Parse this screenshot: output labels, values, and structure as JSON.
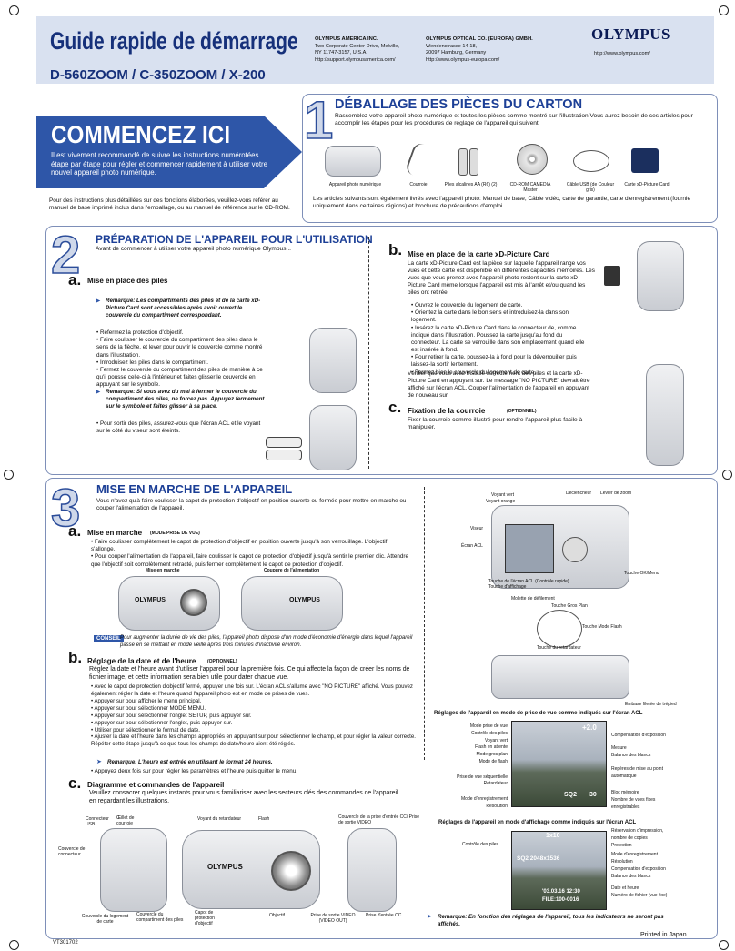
{
  "header": {
    "title": "Guide rapide de démarrage",
    "models": "D-560ZOOM / C-350ZOOM / X-200",
    "america": {
      "name": "OLYMPUS AMERICA INC.",
      "line1": "Two Corporate Center Drive, Melville,",
      "line2": "NY 11747-3157, U.S.A.",
      "url": "http://support.olympusamerica.com/"
    },
    "europa": {
      "name": "OLYMPUS OPTICAL CO. (EUROPA) GMBH.",
      "line1": "Wendenstrasse 14-18,",
      "line2": "20097 Hamburg, Germany",
      "url": "http://www.olympus-europa.com/"
    },
    "logo": "OLYMPUS",
    "url": "http://www.olympus.com/"
  },
  "start": {
    "title": "COMMENCEZ ICI",
    "subtitle": "Il est vivement recommandé de suivre les instructions numérotées étape par étape pour régler et commencer rapidement à utiliser votre nouvel appareil photo numérique.",
    "note": "Pour des instructions plus détaillées sur des fonctions élaborées, veuillez-vous référer au manuel de base imprimé inclus dans l'emballage, ou au manuel de référence sur le CD-ROM."
  },
  "section1": {
    "num": "1",
    "title": "DÉBALLAGE DES PIÈCES DU CARTON",
    "intro": "Rassemblez votre appareil photo numérique et toutes les pièces comme montré sur l'illustration.Vous aurez besoin de ces articles pour accomplir les étapes pour les procédures de réglage de l'appareil qui suivent.",
    "items": [
      "Appareil photo numérique",
      "Courroie",
      "Piles alcalines AA (R6) (2)",
      "CD-ROM CAMEDIA Master",
      "Câble USB (de Couleur gris)",
      "Carte xD-Picture Card"
    ],
    "footer": "Les articles suivants sont également livrés avec l'appareil photo: Manuel de base, Câble vidéo, carte de garantie, carte d'enregistrement (fournie uniquement dans certaines régions) et brochure de précautions d'emploi."
  },
  "section2": {
    "num": "2",
    "title": "PRÉPARATION DE L'APPAREIL POUR L'UTILISATION",
    "intro": "Avant de commencer à utiliser votre appareil photo numérique Olympus...",
    "a": {
      "letter": "a.",
      "title": "Mise en place des piles",
      "remark1": "Remarque: Les compartiments des piles et de la carte xD-Picture Card sont accessibles après avoir ouvert le couvercle du compartiment correspondant.",
      "bullets": [
        "• Refermez la protection d'objectif.",
        "• Faire coulisser le couvercle du compartiment des piles dans le sens de la flèche, et lever pour ouvrir le couvercle comme montré dans l'illustration.",
        "• Introduisez les piles dans le compartiment.",
        "• Fermez le couvercle du compartiment des piles de manière à ce qu'il pousse celle-ci à l'intérieur et faites glisser le couvercle en appuyant sur le symbole."
      ],
      "remark2": "Remarque: Si vous avez du mal à fermer le couvercle du compartiment des piles, ne forcez pas. Appuyez fermement sur le symbole et faites glisser à sa place.",
      "bullet_end": "• Pour sortir des piles, assurez-vous que l'écran ACL et le voyant sur le côté du viseur sont éteints."
    },
    "b": {
      "letter": "b.",
      "title": "Mise en place de la carte xD-Picture Card",
      "intro": "La carte xD-Picture Card est la pièce sur laquelle l'appareil range vos vues et cette carte est disponible en différentes capacités mémoires. Les vues que vous prenez avec l'appareil photo restent sur la carte xD-Picture Card même lorsque l'appareil est mis à l'arrêt et/ou quand les piles ont retirée.",
      "bullets": [
        "• Ouvrez le couvercle du logement de carte.",
        "• Orientez la carte dans le bon sens et introduisez-la dans son logement.",
        "• Insérez la carte xD-Picture Card dans le connecteur de, comme indiqué dans l'illustration. Poussez la carte jusqu'au fond du connecteur. La carte se verrouille dans son emplacement quand elle est insérée à fond.",
        "• Pour retirer la carte, poussez-la à fond pour la déverrouiller puis laissez-la sortir lentement.",
        "• Fermez bien le couvercle du logement de carte."
      ],
      "verify": "Vérifier que vous avez installé correctement des piles et la carte xD-Picture Card en appuyant sur. Le message \"NO PICTURE\" devrait être affiché sur l'écran ACL. Couper l'alimentation de l'appareil en appuyant de nouveau sur."
    },
    "c": {
      "letter": "c.",
      "title": "Fixation de la courroie",
      "opt": "(OPTIONNEL)",
      "text": "Fixer la courroie comme illustré pour rendre l'appareil plus facile à manipuler."
    }
  },
  "section3": {
    "num": "3",
    "title": "MISE EN MARCHE DE L'APPAREIL",
    "intro": "Vous n'avez qu'à faire coulisser la capot de protection d'objectif en position ouverte ou fermée pour mettre en marche ou couper l'alimentation de l'appareil.",
    "a": {
      "letter": "a.",
      "title": "Mise en marche",
      "mode": "(MODE PRISE DE VUE)",
      "bullets": [
        "• Faire coulisser complètement le capot de protection d'objectif en position ouverte jusqu'à son verrouillage. L'objectif s'allonge.",
        "• Pour couper l'alimentation de l'appareil, faire coulisser le capot de protection d'objectif jusqu'à sentir le premier clic. Attendre que l'objectif soit complètement rétracté, puis fermer complètement le capot de protection d'objectif."
      ],
      "on": "Mise en marche",
      "off": "Coupure de l'alimentation",
      "conseil_tag": "CONSEIL",
      "conseil": "Pour augmenter la durée de vie des piles, l'appareil photo dispose d'un mode d'économie d'énergie dans lequel l'appareil passe en se mettant en mode veille après trois minutes d'inactivité environ."
    },
    "b": {
      "letter": "b.",
      "title": "Réglage de la date et de l'heure",
      "opt": "(OPTIONNEL)",
      "intro": "Réglez la date et l'heure avant d'utiliser l'appareil pour la première fois. Ce qui affecte la façon de créer les noms de fichier image, et cette information sera bien utile pour dater chaque vue.",
      "bullets": [
        "• Avec le capot de protection d'objectif fermé, appuyer une fois sur. L'écran ACL s'allume avec \"NO PICTURE\" affiché. Vous pouvez également régler la date et l'heure quand l'appareil photo est en mode de prises de vues.",
        "• Appuyer sur pour afficher le menu principal.",
        "• Appuyer sur pour sélectionner MODE MENU.",
        "• Appuyer sur pour sélectionner l'onglet SETUP, puis appuyer sur.",
        "• Appuyer sur pour sélectionner l'onglet, puis appuyer sur.",
        "• Utiliser pour sélectionner le format de date.",
        "• Ajuster la date et l'heure dans les champs appropriés en appuyant sur pour sélectionner le champ, et pour régler la valeur correcte. Répéter cette étape jusqu'à ce que tous les champs de date/heure aient été réglés."
      ],
      "remark": "Remarque: L'heure est entrée en utilisant le format 24 heures.",
      "last": "• Appuyez deux fois sur pour régler les paramètres et l'heure puis quitter le menu."
    },
    "c": {
      "letter": "c.",
      "title": "Diagramme et commandes de l'appareil",
      "intro": "Veuillez consacrer quelques instants pour vous familiariser avec les secteurs clés des commandes de l'appareil en regardant les illustrations."
    },
    "back_labels": {
      "voyant_vert": "Voyant vert",
      "voyant_orange": "Voyant orange",
      "viseur": "Viseur",
      "ecran": "Écran ACL",
      "declencheur": "Déclencheur",
      "zoom": "Levier de zoom",
      "ok": "Touche OK/Menu",
      "acl": "Touche de l'écran ACL (Contrôle rapide)",
      "affichage": "Touche d'affichage",
      "molette": "Molette de défilement",
      "gros_plan": "Touche Gros Plan",
      "flash": "Touche Mode Flash",
      "retardateur": "Touche du retardateur",
      "embase": "Embase filetée de trépied"
    },
    "front_labels": {
      "connecteur_usb": "Connecteur USB",
      "oeillet": "Œillet de courroie",
      "voyant_ret": "Voyant du retardateur",
      "flash": "Flash",
      "couvercle_dc": "Couvercle de la prise d'entrée CC/ Prise de sortie VIDEO",
      "couvercle_conn": "Couvercle de connecteur",
      "couv_carte": "Couvercle du logement de carte",
      "couv_piles": "Couvercle du compartiment des piles",
      "capot": "Capot de protection d'objectif",
      "objectif": "Objectif",
      "video_out": "Prise de sortie VIDEO (VIDEO OUT)",
      "dc_in": "Prise d'entrée CC"
    }
  },
  "shoot": {
    "title": "Réglages de l'appareil en mode de prise de vue comme indiqués sur l'écran ACL",
    "left": [
      "Mode prise de vue",
      "Contrôle des piles",
      "Voyant vert",
      "Flash en attente",
      "Mode gros plan",
      "Mode de flash",
      "Prise de vue séquentielle",
      "Retardateur",
      "Mode d'enregistrement",
      "Résolution"
    ],
    "right": [
      "Compensation d'exposition",
      "Mesure",
      "Balance des blancs",
      "Repères de mise au point automatique",
      "Bloc mémoire",
      "Nombre de vues fixes enregistrables"
    ],
    "lcd_top": "+2.0",
    "lcd_bottom": "SQ2",
    "lcd_count": "30"
  },
  "display": {
    "title": "Réglages de l'appareil en mode d'affichage comme indiqués sur l'écran ACL",
    "left": [
      "Contrôle des piles"
    ],
    "right": [
      "Réservation d'impression, nombre de copies",
      "Protection",
      "Mode d'enregistrement",
      "Résolution",
      "Compensation d'exposition",
      "Balance des blancs",
      "Date et heure",
      "Numéro de fichier (vue fixe)"
    ],
    "lcd_top": "1x10",
    "lcd_mid": "SQ2 2048x1536",
    "lcd_date": "'03.03.16 12:30",
    "lcd_file": "FILE:100-0016"
  },
  "final_remark": "Remarque: En fonction des réglages de l'appareil, tous les indicateurs ne seront pas affichés.",
  "footer": {
    "code": "VT301702",
    "printed": "Printed in Japan"
  }
}
